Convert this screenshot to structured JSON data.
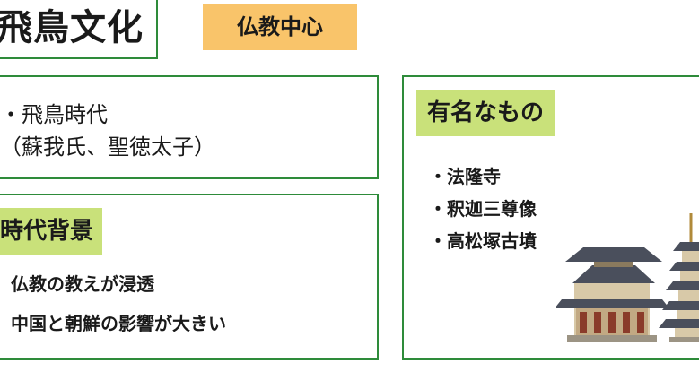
{
  "header": {
    "title": "飛鳥文化",
    "tag": "仏教中心"
  },
  "era_box": {
    "line1": "・飛鳥時代",
    "line2": "（蘇我氏、聖徳太子）"
  },
  "background_box": {
    "label": "時代背景",
    "items": [
      "仏教の教えが浸透",
      "中国と朝鮮の影響が大きい"
    ]
  },
  "famous_box": {
    "label": "有名なもの",
    "items": [
      "・法隆寺",
      "・釈迦三尊像",
      "・高松塚古墳"
    ]
  },
  "illustration": {
    "icon": "temple-pagoda-icon",
    "roof_color": "#4a4f5c",
    "wall_color": "#d8c9a8"
  },
  "colors": {
    "border": "#2e8b3a",
    "tag_bg": "#f9c46a",
    "label_bg": "#c9e17a"
  }
}
